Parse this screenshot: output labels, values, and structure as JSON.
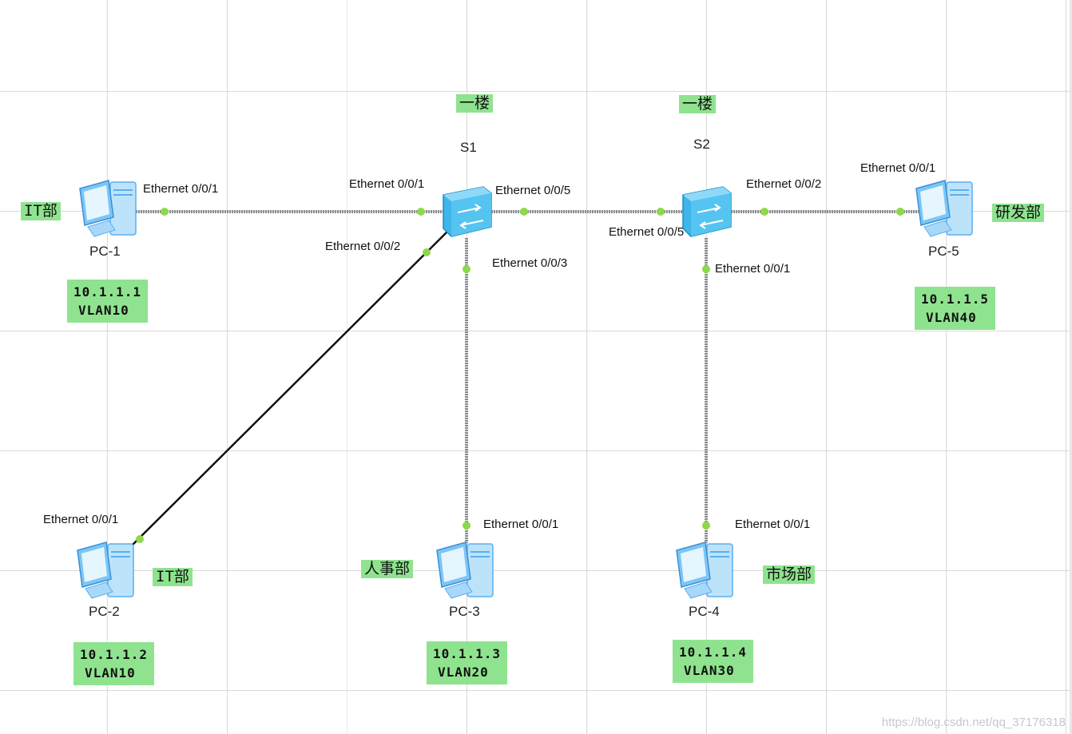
{
  "devices": {
    "pc1": {
      "label": "PC-1",
      "tag": "IT部",
      "ip": "10.1.1.1",
      "vlan": "VLAN10",
      "port": "Ethernet 0/0/1"
    },
    "pc2": {
      "label": "PC-2",
      "tag": "IT部",
      "ip": "10.1.1.2",
      "vlan": "VLAN10",
      "port": "Ethernet 0/0/1"
    },
    "pc3": {
      "label": "PC-3",
      "tag": "人事部",
      "ip": "10.1.1.3",
      "vlan": "VLAN20",
      "port": "Ethernet 0/0/1"
    },
    "pc4": {
      "label": "PC-4",
      "tag": "市场部",
      "ip": "10.1.1.4",
      "vlan": "VLAN30",
      "port": "Ethernet 0/0/1"
    },
    "pc5": {
      "label": "PC-5",
      "tag": "研发部",
      "ip": "10.1.1.5",
      "vlan": "VLAN40",
      "port": "Ethernet 0/0/1"
    },
    "s1": {
      "label": "S1",
      "tag": "一楼",
      "ports": {
        "p1": "Ethernet 0/0/1",
        "p2": "Ethernet 0/0/2",
        "p3": "Ethernet 0/0/3",
        "p5": "Ethernet 0/0/5"
      }
    },
    "s2": {
      "label": "S2",
      "tag": "一楼",
      "ports": {
        "p1": "Ethernet 0/0/1",
        "p2": "Ethernet 0/0/2",
        "p5": "Ethernet 0/0/5"
      }
    }
  },
  "colors": {
    "tag_bg": "#8fe38f",
    "port_dot": "#8ed84a",
    "trunk_link": "#8a8a8a",
    "access_link": "#111111",
    "switch_blue": "#4fc3ef",
    "pc_blue": "#5aaef0"
  },
  "watermark": "https://blog.csdn.net/qq_37176318"
}
